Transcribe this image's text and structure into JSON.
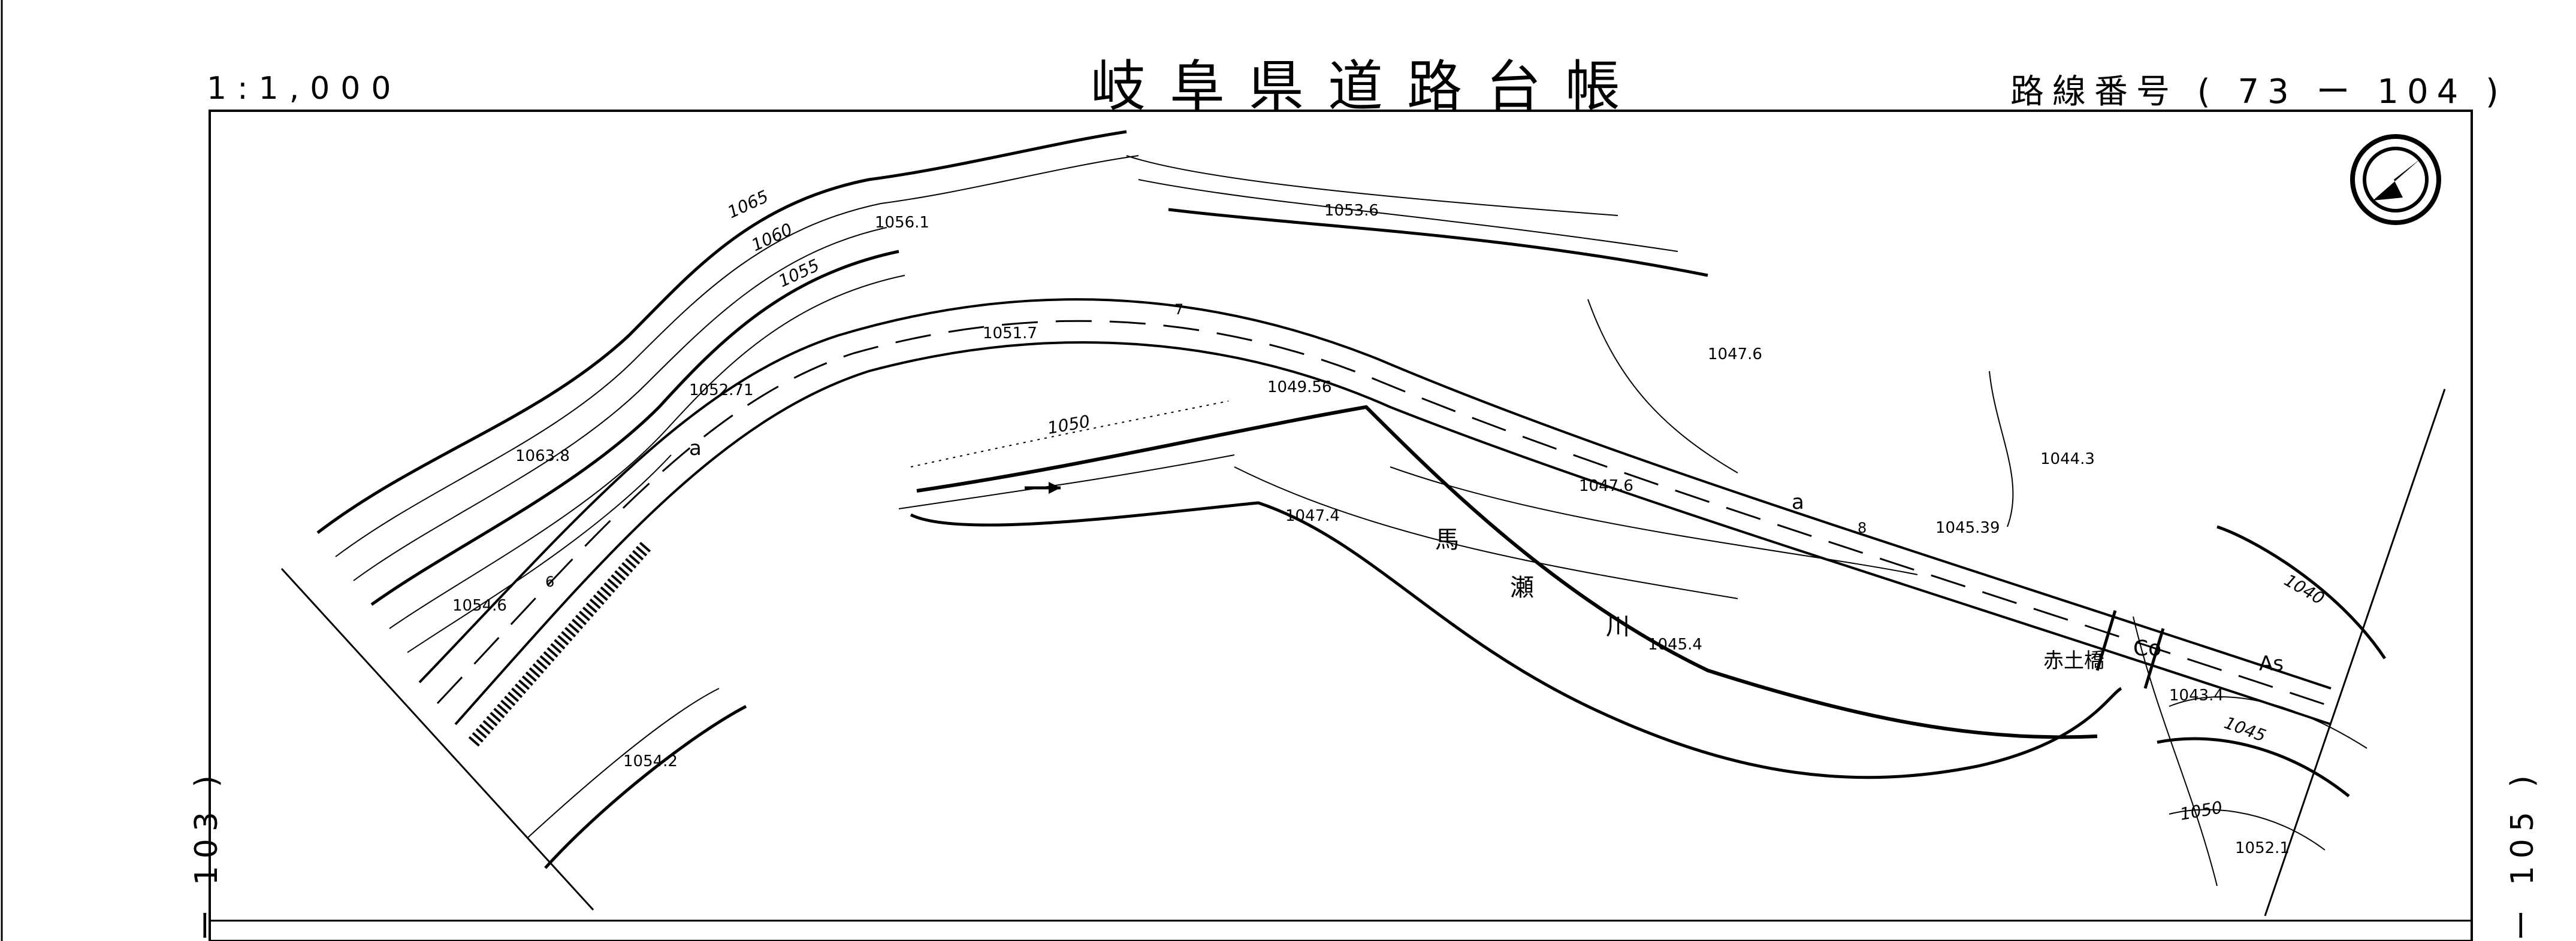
{
  "header": {
    "scale": "1:1,000",
    "title": "岐阜県道路台帳",
    "route_label": "路線番号 ( 73 ー 104 )"
  },
  "side_labels": {
    "left": "ー 103 )",
    "right": "ー 105 )"
  },
  "map": {
    "elevations": {
      "e1": "1056.1",
      "e2": "1053.6",
      "e3": "1051.7",
      "e4": "1052.71",
      "e5": "1063.8",
      "e6": "1049.56",
      "e7": "1047.6",
      "e8": "1047.6",
      "e9": "1047.4",
      "e10": "1044.3",
      "e11": "1045.39",
      "e12": "1054.6",
      "e13": "1045.4",
      "e14": "1043.4",
      "e15": "1054.2",
      "e16": "1052.1"
    },
    "contours": {
      "c1065": "1065",
      "c1060": "1060",
      "c1055": "1055",
      "c1050a": "1050",
      "c1040": "1040",
      "c1045": "1045",
      "c1050b": "1050"
    },
    "bridge_name": "赤土橋",
    "river_chars": [
      "馬",
      "瀬",
      "川"
    ],
    "pavement": {
      "concrete": "Co",
      "asphalt": "As"
    },
    "road_marks": {
      "a1": "a",
      "a2": "a",
      "n7": "7",
      "n8": "8",
      "n6": "6"
    }
  }
}
